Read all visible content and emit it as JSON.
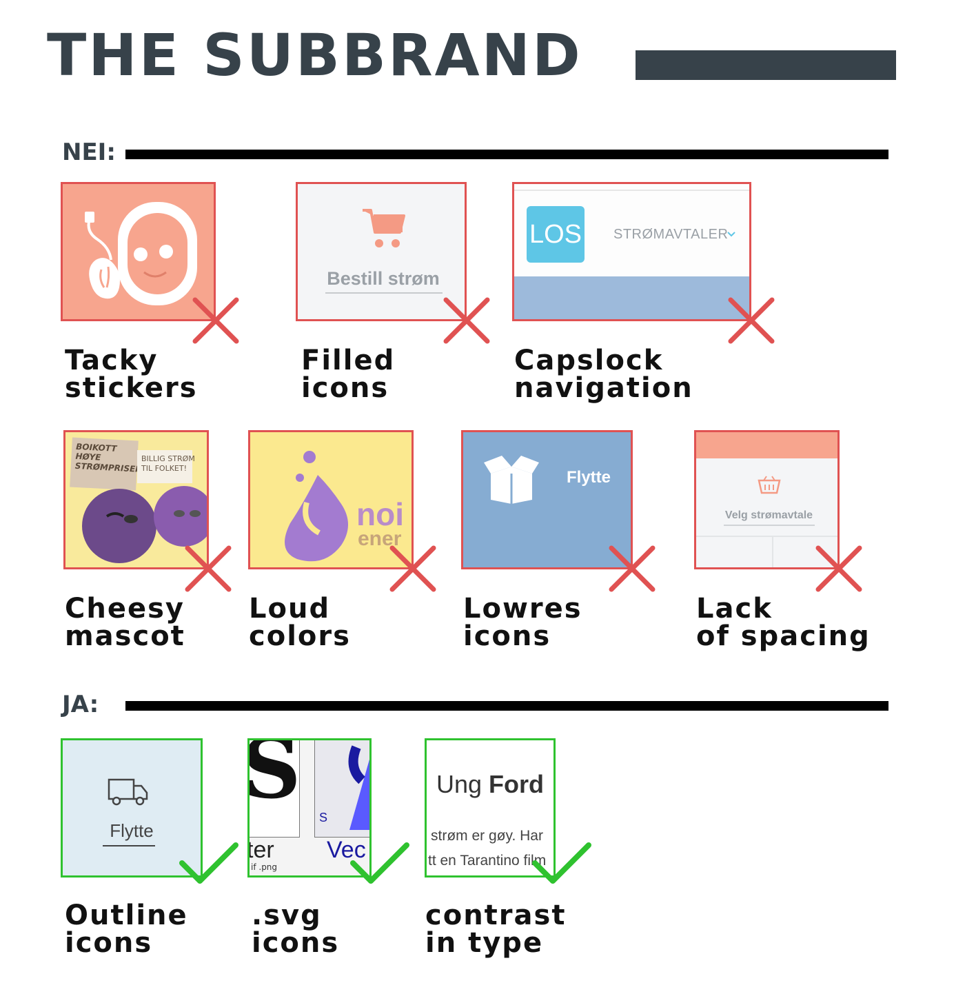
{
  "page": {
    "title": "THE SUBBRAND",
    "colors": {
      "dark": "#37424a",
      "bad": "#e05252",
      "good": "#2fc22f"
    }
  },
  "no_section": {
    "label": "NEI:",
    "items": [
      {
        "caption": "Tacky\nstickers",
        "icon": "cross-icon"
      },
      {
        "caption": "Filled\nicons",
        "thumb_text": "Bestill strøm",
        "icon": "cross-icon"
      },
      {
        "caption": "Capslock\nnavigation",
        "logo": "LOS",
        "nav_text": "STRØMAVTALER",
        "icon": "cross-icon"
      },
      {
        "caption": "Cheesy\nmascot",
        "sign1": "BOIKOTT\nHØYE\nSTRØMPRISER!",
        "sign2": "BILLIG STRØM\nTIL FOLKET!",
        "icon": "cross-icon"
      },
      {
        "caption": "Loud\ncolors",
        "brand_a": "noi",
        "brand_b": "ener",
        "icon": "cross-icon"
      },
      {
        "caption": "Lowres\nicons",
        "thumb_text": "Flytte",
        "icon": "cross-icon"
      },
      {
        "caption": "Lack\nof spacing",
        "thumb_text": "Velg strømavtale",
        "icon": "cross-icon"
      }
    ]
  },
  "yes_section": {
    "label": "JA:",
    "items": [
      {
        "caption": "Outline\nicons",
        "thumb_text": "Flytte",
        "icon": "check-icon"
      },
      {
        "caption": ".svg\nicons",
        "raster_text": "ter",
        "raster_sub": "if .png",
        "vector_text": "Vec",
        "icon": "check-icon"
      },
      {
        "caption": "contrast\nin type",
        "head_light": "Ung ",
        "head_bold": "Ford",
        "line1": "strøm er gøy. Har",
        "line2": "tt en Tarantino film",
        "icon": "check-icon"
      }
    ]
  }
}
